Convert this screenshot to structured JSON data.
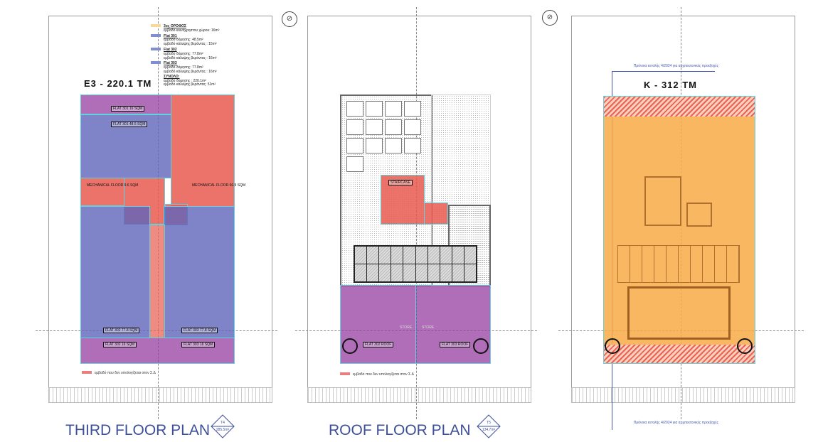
{
  "third_floor": {
    "title": "THIRD FLOOR PLAN",
    "area_title": "E3 - 220.1 TM",
    "tag_id": "T4",
    "tag_area": "285.5m²",
    "legend": [
      {
        "heading": "3ος ΟΡΟΦΟΣ",
        "lines": [
          "εμβαδό κοινόχρηστου χώρου: 16m²"
        ],
        "color": "#f7d99a"
      },
      {
        "heading": "Flat 301",
        "lines": [
          "εμβαδό δόμησης: 48.5m²",
          "εμβαδό κάλυψης βεράντας : 15m²"
        ],
        "color": "#7f8fd0"
      },
      {
        "heading": "Flat 302",
        "lines": [
          "εμβαδό δόμησης: 77.8m²",
          "εμβαδό κάλυψης βεράντας : 16m²"
        ],
        "color": "#7f8fd0"
      },
      {
        "heading": "Flat 303",
        "lines": [
          "εμβαδό δόμησης: 77.8m²",
          "εμβαδό κάλυψης βεράντας : 16m²"
        ],
        "color": "#7f8fd0"
      },
      {
        "heading": "ΣΥΝΟΛΟ:",
        "lines": [
          "εμβαδό δόμησης : 220.1m²",
          "εμβαδό κάλυψης βεράντας: 51m²"
        ],
        "color": ""
      }
    ],
    "rooms": [
      "FLAT 301 16 SQM",
      "FLAT 301 48.5 SQM",
      "MECHANICAL FLOOR 9.6 SQM",
      "MECHANICAL FLOOR 66.9 SQM",
      "FLAT 302 77.8 SQM",
      "FLAT 303 77.8 SQM",
      "FLAT 302 16 SQM",
      "FLAT 303 16 SQM"
    ],
    "note": "εμβαδό που δεν υπολογίζεται στον Σ.Δ"
  },
  "roof": {
    "title": "ROOF FLOOR PLAN",
    "tag_id": "T5",
    "tag_area": "134.7m²",
    "rooms": [
      "STAIRCASE",
      "FLAT 302 ROOF",
      "FLAT 303 ROOF",
      "STORE",
      "STORE"
    ],
    "note": "εμβαδό που δεν υπολογίζεται στον Σ.Δ"
  },
  "site": {
    "area_title": "K - 312 TM",
    "note_top": "Πρόνοια εντολής 4/2024 για αρχιτεκτονικές προεξοχές",
    "note_bottom": "Πρόνοια εντολής 4/2024 για αρχιτεκτονικές προεξοχές"
  },
  "colors": {
    "flat": "#5f64b9",
    "terrace": "#963ca0",
    "excluded": "#e85a50",
    "coverage": "#f8aa46",
    "title": "#3d4f99"
  }
}
